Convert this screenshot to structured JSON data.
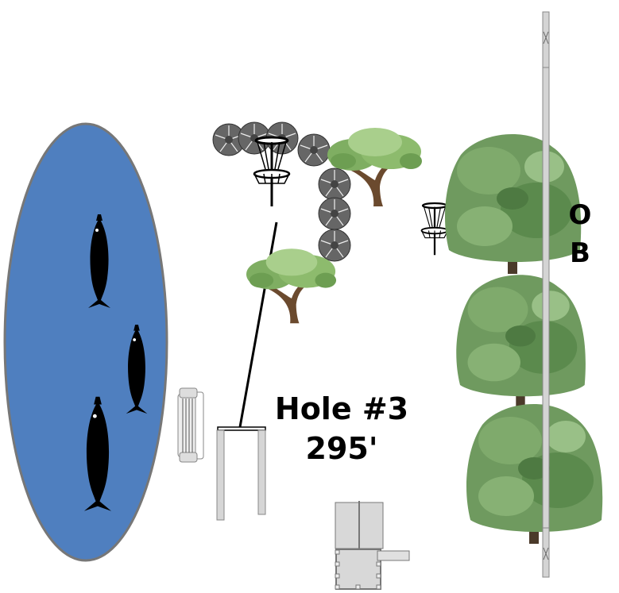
{
  "hole": {
    "title": "Hole #3",
    "distance": "295'"
  },
  "ob_marker": {
    "letter1": "O",
    "letter2": "B"
  },
  "colors": {
    "pond": "#4f7fbf",
    "pond_border": "#777777",
    "tree_dark": "#5e8a4e",
    "tree_light": "#8fb57a",
    "shrub": "#555555",
    "structure": "#d6d6d6"
  }
}
